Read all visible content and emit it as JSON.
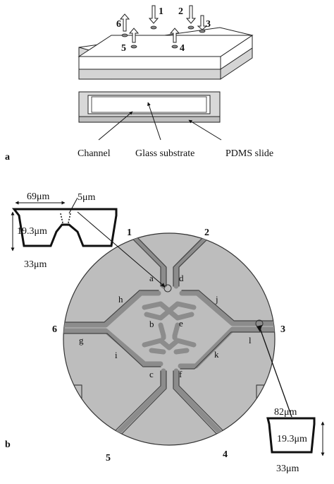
{
  "panel_a": {
    "label": "a",
    "port_numbers": [
      "1",
      "2",
      "3",
      "4",
      "5",
      "6"
    ],
    "captions": {
      "channel": "Channel",
      "glass": "Glass substrate",
      "pdms": "PDMS slide"
    }
  },
  "panel_b": {
    "label": "b",
    "outlet_numbers": [
      "1",
      "2",
      "3",
      "4",
      "5",
      "6"
    ],
    "region_letters": [
      "a",
      "b",
      "c",
      "d",
      "e",
      "f",
      "g",
      "h",
      "i",
      "j",
      "k",
      "l"
    ],
    "cross_section_left": {
      "top_width": "69μm",
      "gap": "5μm",
      "depth": "19.3μm",
      "bottom_width": "33μm"
    },
    "cross_section_right": {
      "top_width": "82μm",
      "depth": "19.3μm",
      "bottom_width": "33μm"
    }
  }
}
